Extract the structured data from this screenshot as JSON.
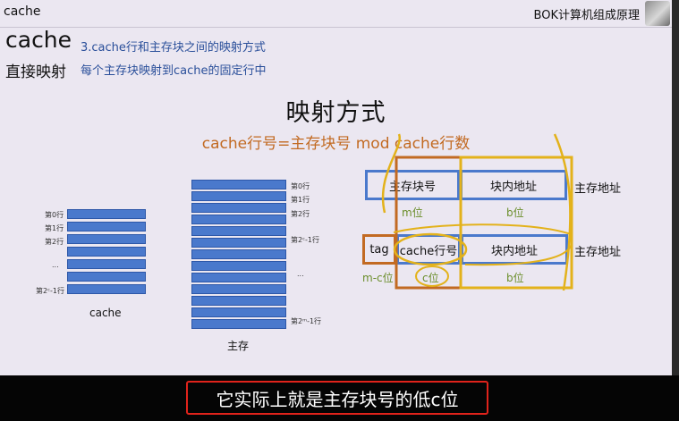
{
  "header": {
    "left": "cache",
    "right": "BOK计算机组成原理"
  },
  "heading": {
    "title": "cache",
    "title_sub": "3.cache行和主存块之间的映射方式",
    "subtitle": "直接映射",
    "subtitle_sub": "每个主存块映射到cache的固定行中"
  },
  "diagram": {
    "title": "映射方式",
    "formula": "cache行号=主存块号 mod cache行数",
    "cache": {
      "caption": "cache",
      "labels": [
        "第0行",
        "第1行",
        "第2行",
        "...",
        "第2ᶜ-1行"
      ]
    },
    "memory": {
      "caption": "主存",
      "labels": [
        "第0行",
        "第1行",
        "第2行",
        "第2ᶜ-1行",
        "...",
        "第2ᵐ-1行"
      ]
    },
    "addr1": {
      "cells": [
        "主存块号",
        "块内地址"
      ],
      "label": "主存地址",
      "bits": [
        "m位",
        "b位"
      ]
    },
    "addr2": {
      "cells": [
        "tag",
        "cache行号",
        "块内地址"
      ],
      "label": "主存地址",
      "bits": [
        "m-c位",
        "c位",
        "b位"
      ]
    }
  },
  "subtitle_text": "它实际上就是主存块号的低c位",
  "colors": {
    "blue": "#4a79cc",
    "orange": "#c26a22",
    "yellow": "#e3b21b",
    "green": "#6b8e2b",
    "red": "#e0231b"
  }
}
